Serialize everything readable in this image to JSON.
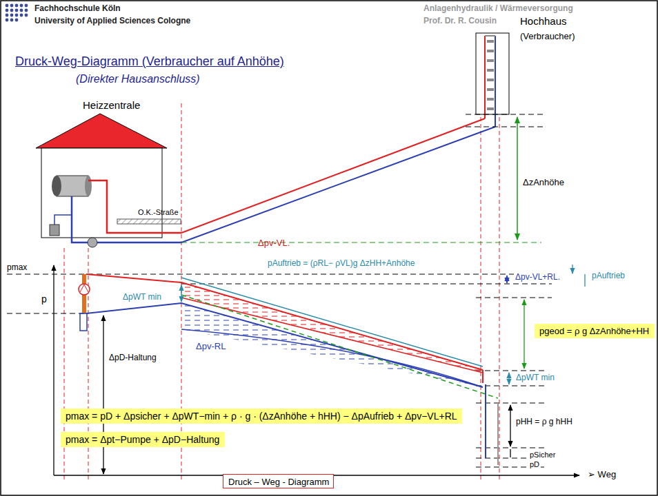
{
  "diagram": {
    "title": "Druck-Weg-Diagramm (Verbraucher auf Anhöhe)",
    "nodes": [
      {
        "text": [
          "pmax = pD + Δpsicher + ΔpWT−min + ρ · g · (ΔzAnhöhe + hHH) − ΔpAufrieb + Δpv−VL+RL"
        ]
      },
      {
        "text": [
          "pmax = Δpt−Pumpe + ΔpD−Haltung"
        ]
      },
      {
        "text": [
          "pgeod = ρ g ΔzAnhöhe+HH"
        ]
      },
      {
        "text": [
          "Druck – Weg - Diagramm"
        ]
      }
    ],
    "labels": [
      "Fachhochschule Köln",
      "University of Applied Sciences Cologne",
      "Anlagenhydraulik / Wärmeversorgung",
      "Prof. Dr. R. Cousin",
      "(Direkter Hausanschluss)",
      "Hochhaus",
      "(Verbraucher)",
      "Heizzentrale",
      "O.K.-Straße",
      "ΔzAnhöhe",
      "pmax",
      "p",
      "Δpv-VL.",
      "pAuftrieb = (ρRL− ρVL)g ΔzHH+Anhöhe",
      "Δpv-VL+RL.",
      "pAuftrieb",
      "ΔpWT min",
      "Δpv-RL",
      "ΔpD-Haltung",
      "ΔpWT min",
      "pHH = ρ g hHH",
      "pSicher",
      "pD",
      "➢ Weg"
    ]
  }
}
